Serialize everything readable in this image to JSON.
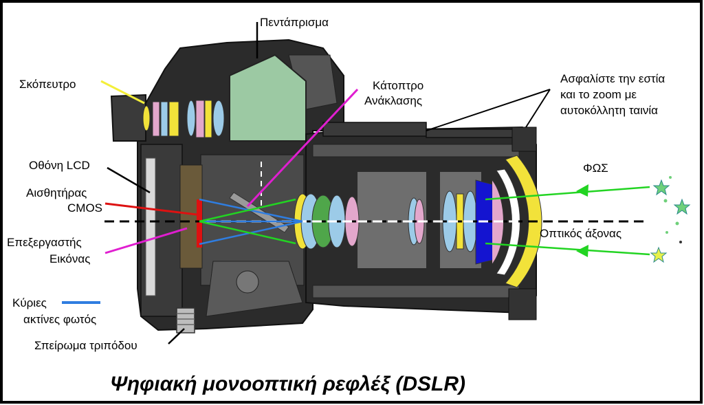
{
  "title": "Ψηφιακή μονοοπτική ρεφλέξ  (DSLR)",
  "labels": {
    "pentaprism": "Πεντάπρισμα",
    "viewfinder": "Σκόπευτρο",
    "mirror_line1": "Κάτοπτρο",
    "mirror_line2": "Ανάκλασης",
    "tape_line1": "Ασφαλίστε την εστία",
    "tape_line2": "και το zoom με",
    "tape_line3": "αυτοκόλλητη ταινία",
    "lcd": "Οθόνη LCD",
    "sensor_line1": "Αισθητήρας",
    "sensor_line2": "CMOS",
    "processor_line1": "Επεξεργαστής",
    "processor_line2": "Εικόνας",
    "light": "ΦΩΣ",
    "optical_axis": "Οπτικός άξονας",
    "rays_line1": "Κύριες",
    "rays_line2": "ακτίνες φωτός",
    "tripod": "Σπείρωμα τριπόδου"
  },
  "colors": {
    "frame": "#000000",
    "body_dark": "#2b2b2b",
    "body_mid": "#4a4a4a",
    "prism": "#9cc9a3",
    "lens_yellow": "#f2e23a",
    "lens_pink": "#e3a7cc",
    "lens_blue": "#9ccbe8",
    "lens_green": "#4fa64a",
    "lens_deepblue": "#1414d0",
    "ray_green": "#22d422",
    "ray_blue": "#2f7de0",
    "sensor_red": "#dd1111",
    "pointer_yellow": "#f4ef3a",
    "pointer_magenta": "#e01ed0",
    "star": "#6fd07a"
  }
}
